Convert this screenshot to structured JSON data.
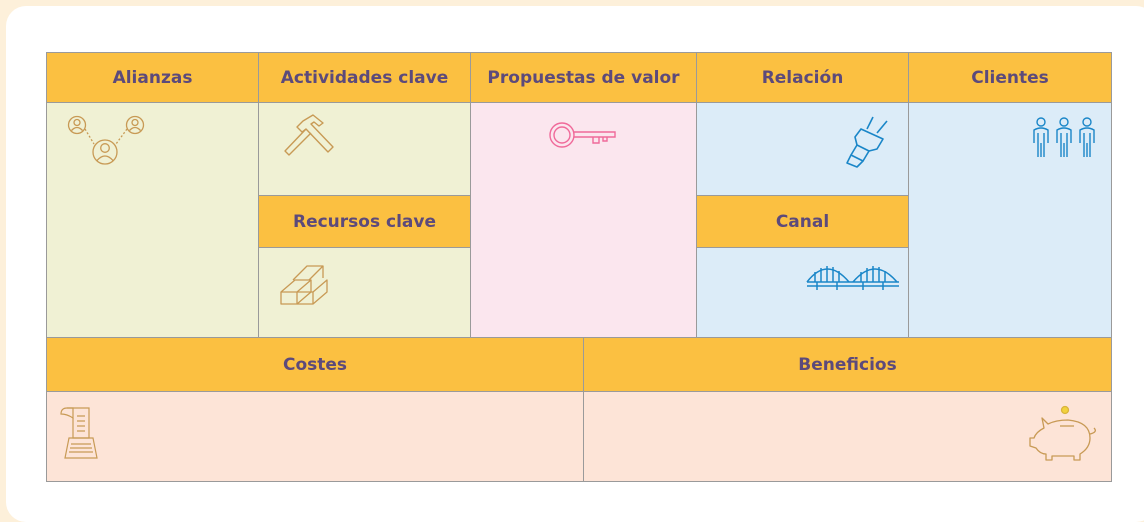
{
  "canvas": {
    "headers": {
      "alianzas": "Alianzas",
      "actividades": "Actividades clave",
      "propuestas": "Propuestas de valor",
      "relacion": "Relación",
      "clientes": "Clientes",
      "recursos": "Recursos clave",
      "canal": "Canal",
      "costes": "Costes",
      "beneficios": "Beneficios"
    },
    "icons": {
      "alianzas": "network-people-icon",
      "actividades": "hammer-icon",
      "propuestas": "key-icon",
      "relacion": "plug-icon",
      "clientes": "people-group-icon",
      "recursos": "bricks-icon",
      "canal": "bridge-icon",
      "costes": "cash-register-icon",
      "beneficios": "piggy-bank-icon"
    },
    "colors": {
      "header": "#fbc041",
      "header_text": "#5c4a7b",
      "green": "#f0f1d4",
      "pink": "#fbe6ee",
      "blue": "#dcecf8",
      "peach": "#fde4d7",
      "icon_gold": "#c89a55",
      "icon_pink": "#f06a9a",
      "icon_blue": "#1a86c8"
    }
  }
}
